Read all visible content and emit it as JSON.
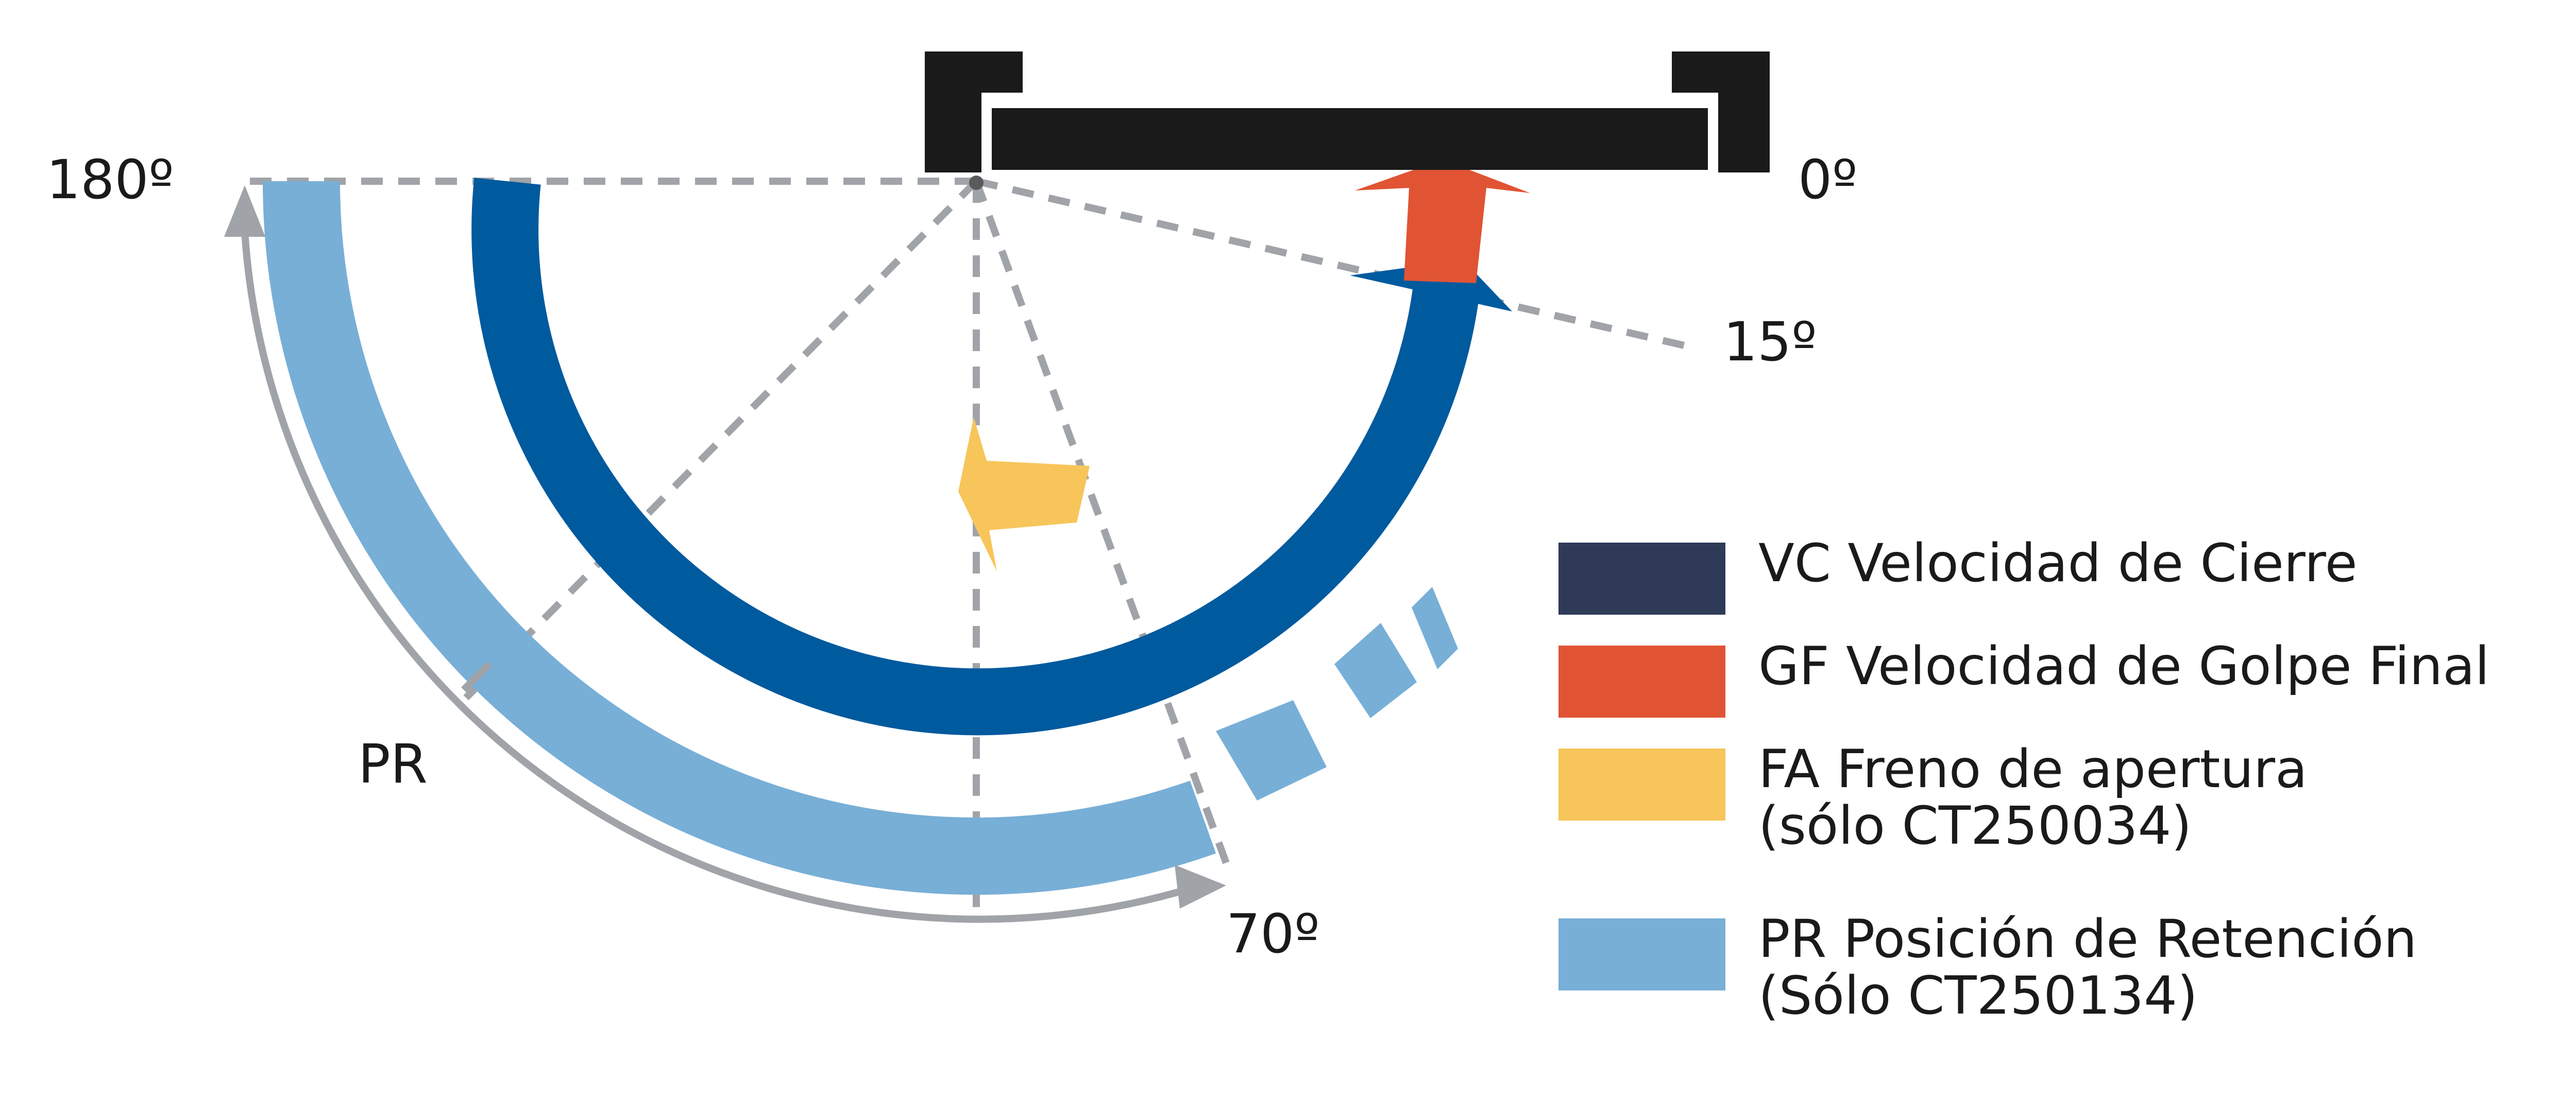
{
  "labels": {
    "angle_180": "180º",
    "angle_0": "0º",
    "angle_15": "15º",
    "angle_70": "70º",
    "pr": "PR"
  },
  "legend": [
    {
      "key": "vc",
      "line1": "VC Velocidad de Cierre",
      "line2": "",
      "color": "#2e3a57"
    },
    {
      "key": "gf",
      "line1": "GF Velocidad de Golpe Final",
      "line2": "",
      "color": "#e05434"
    },
    {
      "key": "fa",
      "line1": "FA Freno de apertura",
      "line2": "(sólo CT250034)",
      "color": "#f7c55a"
    },
    {
      "key": "pr",
      "line1": "PR Posición de Retención",
      "line2": "(Sólo CT250134)",
      "color": "#78afd7"
    }
  ],
  "colors": {
    "door": "#1a1a1a",
    "closing_arc": "#005a9e",
    "latch_arrow": "#e05434",
    "opening_brake": "#f7c55a",
    "hold_open": "#78afd7",
    "guide_lines": "#a0a3a8"
  }
}
